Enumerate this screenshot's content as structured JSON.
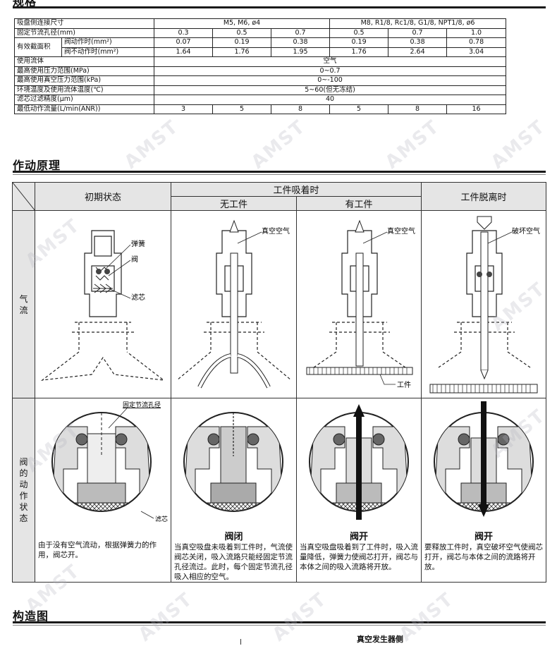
{
  "top_title": "规格",
  "spec": {
    "row_port": {
      "label": "吸盘侧连接尺寸",
      "group1": "M5, M6, ø4",
      "group2": "M8, R1/8, Rc1/8, G1/8, NPT1/8, ø6"
    },
    "row_orifice": {
      "label": "固定节流孔径(mm)",
      "values": [
        "0.3",
        "0.5",
        "0.7",
        "0.5",
        "0.7",
        "1.0"
      ]
    },
    "area_label": "有效截面积",
    "row_valve_active": {
      "label": "阀动作时(mm²)",
      "values": [
        "0.07",
        "0.19",
        "0.38",
        "0.19",
        "0.38",
        "0.78"
      ]
    },
    "row_valve_idle": {
      "label": "阀不动作时(mm²)",
      "values": [
        "1.64",
        "1.76",
        "1.95",
        "1.76",
        "2.64",
        "3.04"
      ]
    },
    "row_fluid": {
      "label": "使用流体",
      "value": "空气"
    },
    "row_max_pressure": {
      "label": "最高使用压力范围(MPa)",
      "value": "0~0.7"
    },
    "row_max_vacuum": {
      "label": "最高使用真空压力范围(kPa)",
      "value": "0~-100"
    },
    "row_temp": {
      "label": "环境温度及使用流体温度(℃)",
      "value": "5~60(但无冻结)"
    },
    "row_filter": {
      "label": "滤芯过滤精度(μm)",
      "value": "40"
    },
    "row_min_flow": {
      "label": "最低动作流量(L/min(ANR))",
      "values": [
        "3",
        "5",
        "8",
        "5",
        "8",
        "16"
      ]
    }
  },
  "principle": {
    "title": "作动原理",
    "header_initial": "初期状态",
    "header_adsorb": "工件吸着时",
    "header_no_work": "无工件",
    "header_with_work": "有工件",
    "header_release": "工件脱离时",
    "row1_label": "气流",
    "row2_label": "阀的动作状态",
    "labels": {
      "spring": "弹簧",
      "valve": "阀",
      "filter": "滤芯",
      "vacuum_air": "真空空气",
      "break_air": "破坏空气",
      "workpiece": "工件",
      "orifice": "固定节流孔径"
    },
    "states": [
      {
        "title": "",
        "text": "由于没有空气流动，根据弹簧力的作用，阀芯开。"
      },
      {
        "title": "阀闭",
        "text": "当真空吸盘未吸着到工件时，气流使阀芯关闭，吸入流路只能经固定节流孔径流过。此时，每个固定节流孔径吸入相应的空气。"
      },
      {
        "title": "阀开",
        "text": "当真空吸盘吸着到了工件时，吸入流量降低，弹簧力使阀芯打开，阀芯与本体之间的吸入流路将开放。"
      },
      {
        "title": "阀开",
        "text": "要释放工件时，真空破坏空气使阀芯打开，阀芯与本体之间的流路将开放。"
      }
    ]
  },
  "structure": {
    "title": "构造图",
    "vacuum_side_label": "真空发生器侧"
  },
  "watermark_text": "AMST",
  "colors": {
    "header_bg": "#e5e5e5",
    "line": "#1a1a1a",
    "cross_hatch": "#333333"
  }
}
